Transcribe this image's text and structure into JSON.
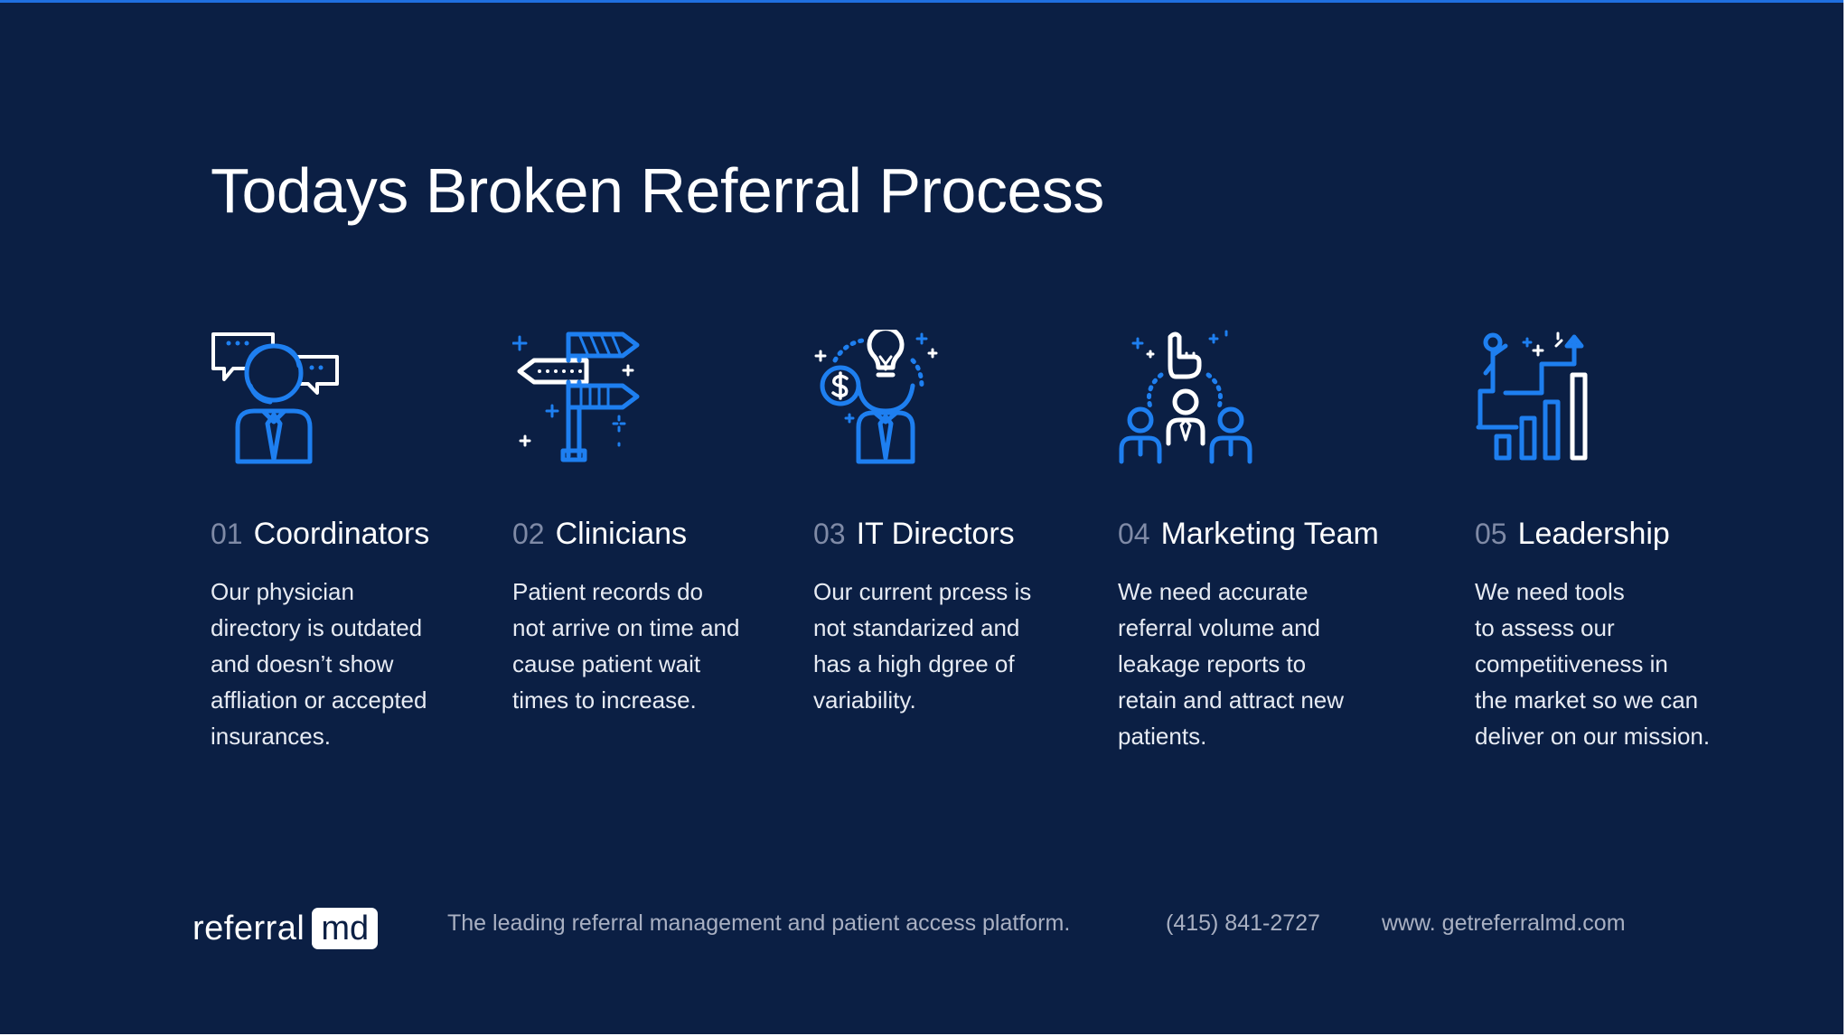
{
  "title": "Todays Broken Referral Process",
  "colors": {
    "background": "#0b1f44",
    "accent": "#1f6fe0",
    "icon_blue": "#1e7ff0"
  },
  "columns": [
    {
      "number": "01",
      "name": "Coordinators",
      "icon": "support-agent-icon",
      "lines": [
        "Our physician",
        "directory is outdated",
        "and doesn’t show",
        "affliation or accepted",
        "insurances."
      ]
    },
    {
      "number": "02",
      "name": "Clinicians",
      "icon": "signpost-icon",
      "lines": [
        "Patient records do",
        "not arrive on time and",
        "cause patient wait",
        "times to increase."
      ]
    },
    {
      "number": "03",
      "name": "IT Directors",
      "icon": "idea-cost-icon",
      "lines": [
        "Our current prcess is",
        "not standarized and",
        "has a high dgree of",
        "variability."
      ]
    },
    {
      "number": "04",
      "name": "Marketing Team",
      "icon": "team-target-icon",
      "lines": [
        "We need accurate",
        "referral volume and",
        "leakage reports to",
        "retain and attract new",
        "patients."
      ]
    },
    {
      "number": "05",
      "name": "Leadership",
      "icon": "growth-chart-icon",
      "lines": [
        "We need tools",
        "to assess our",
        "competitiveness in",
        "the market so we can",
        "deliver on our mission."
      ]
    }
  ],
  "footer": {
    "logo_word": "referral",
    "logo_box": "md",
    "tagline": "The leading referral management and patient access platform.",
    "phone": "(415) 841-2727",
    "website": "www. getreferralmd.com"
  }
}
